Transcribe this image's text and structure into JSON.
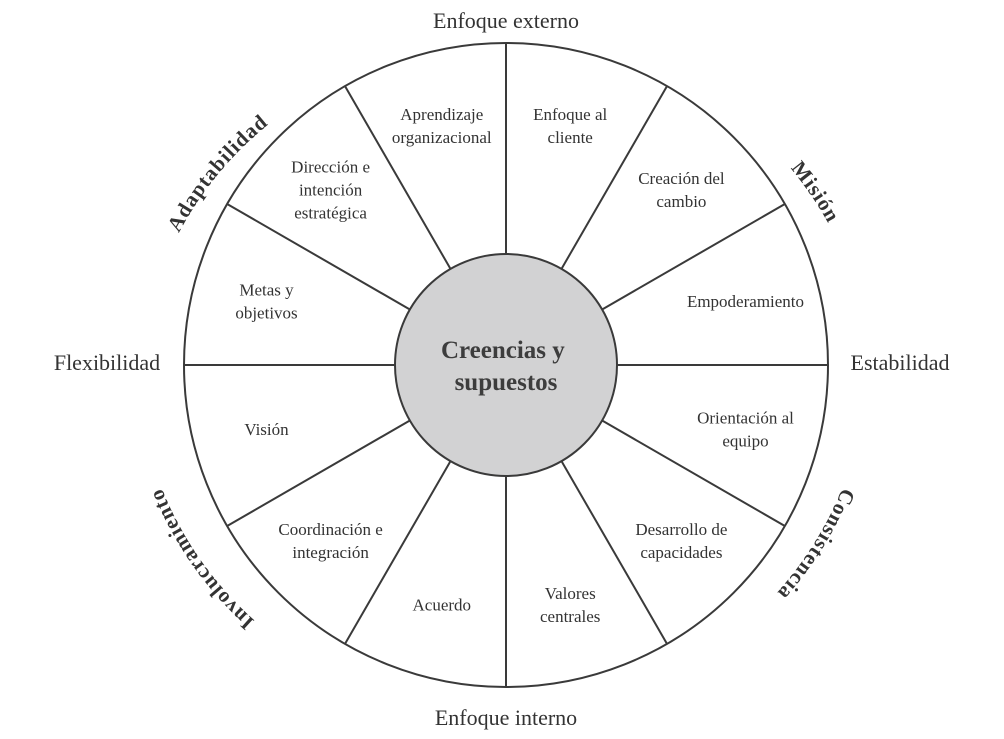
{
  "center": {
    "lines": [
      "Creencias y",
      "supuestos"
    ]
  },
  "axes": {
    "top": "Enfoque externo",
    "bottom": "Enfoque interno",
    "left": "Flexibilidad",
    "right": "Estabilidad"
  },
  "traits": {
    "adaptability": "Adaptabilidad",
    "mission": "Misión",
    "consistency": "Consistencia",
    "involvement": "Involucramiento"
  },
  "segments": [
    {
      "lines": [
        "Aprendizaje",
        "organizacional"
      ]
    },
    {
      "lines": [
        "Dirección e",
        "intención",
        "estratégica"
      ]
    },
    {
      "lines": [
        "Metas y",
        "objetivos"
      ]
    },
    {
      "lines": [
        "Visión"
      ]
    },
    {
      "lines": [
        "Coordinación e",
        "integración"
      ]
    },
    {
      "lines": [
        "Acuerdo"
      ]
    },
    {
      "lines": [
        "Valores",
        "centrales"
      ]
    },
    {
      "lines": [
        "Desarrollo de",
        "capacidades"
      ]
    },
    {
      "lines": [
        "Orientación al",
        "equipo"
      ]
    },
    {
      "lines": [
        "Empoderamiento"
      ]
    },
    {
      "lines": [
        "Creación del",
        "cambio"
      ]
    },
    {
      "lines": [
        "Enfoque al",
        "cliente"
      ]
    }
  ]
}
